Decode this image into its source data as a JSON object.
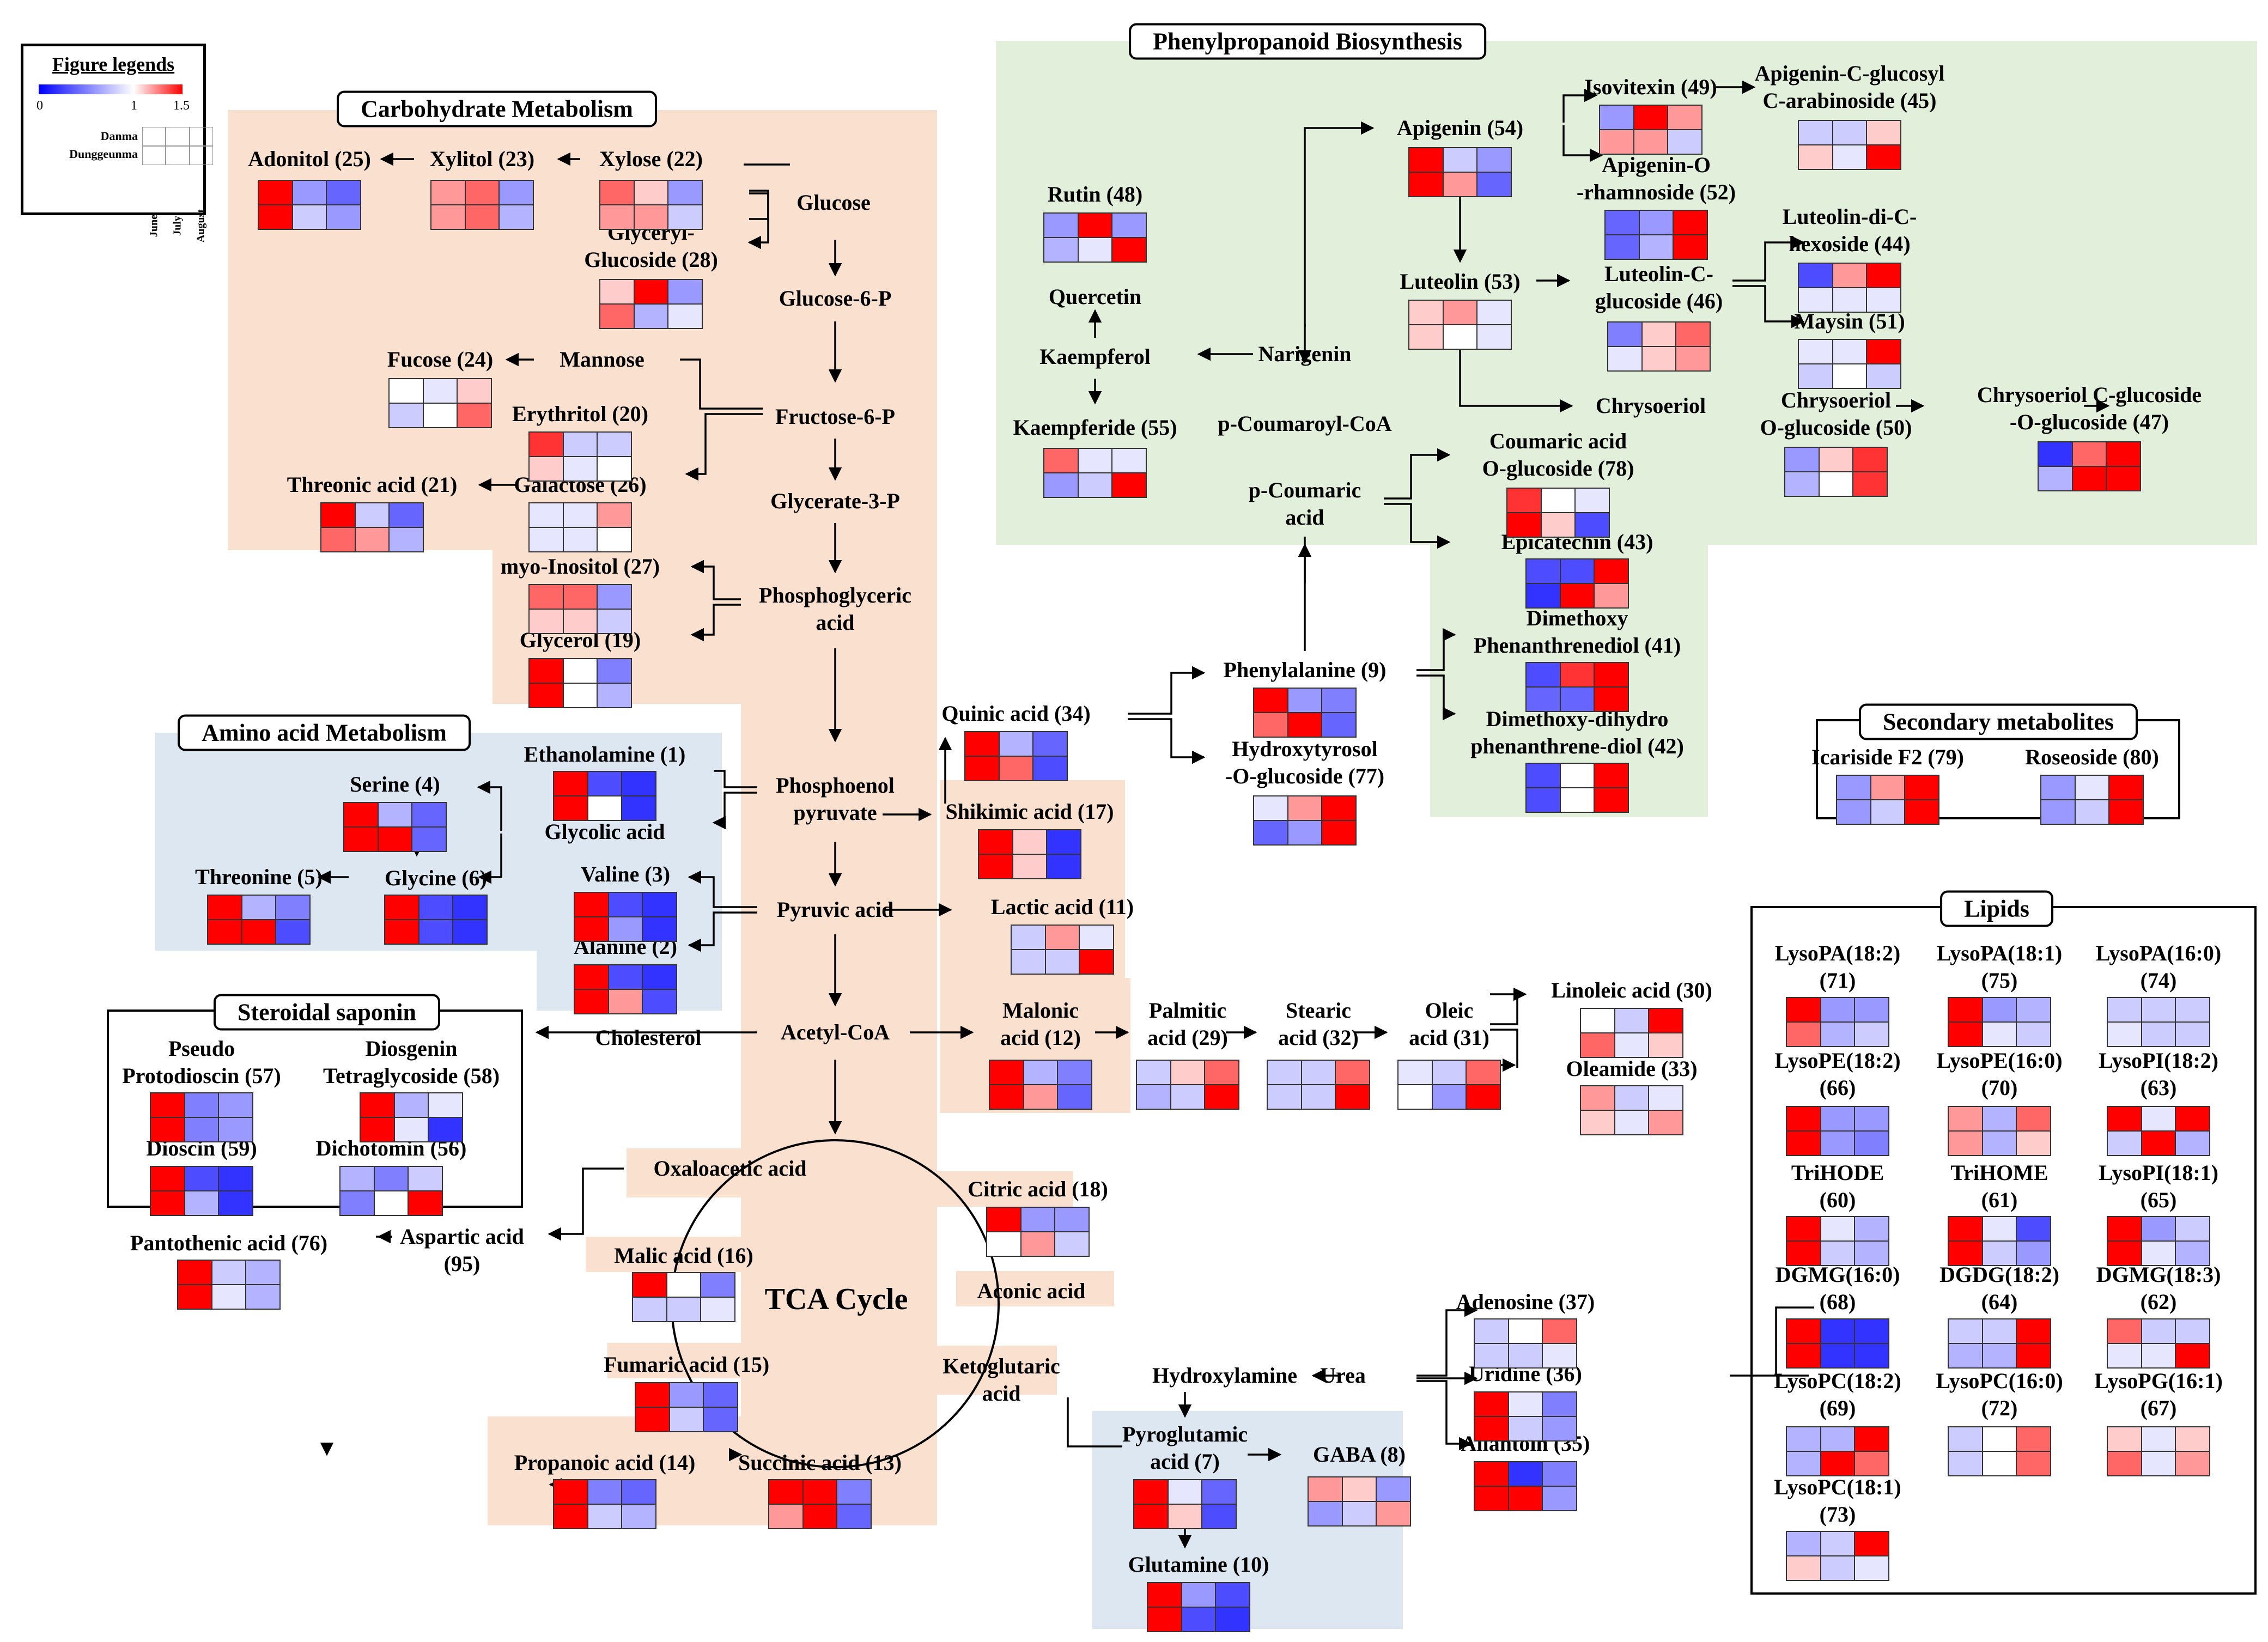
{
  "legend": {
    "title": "Figure legends",
    "scale_min": "0",
    "scale_mid": "1",
    "scale_max": "1.5",
    "rows": [
      "Danma",
      "Dunggeunma"
    ],
    "cols": [
      "June",
      "July",
      "August"
    ],
    "colors": {
      "low": "#0000ff",
      "mid": "#ffffff",
      "high": "#ff0000"
    }
  },
  "section_titles": {
    "carb": "Carbohydrate Metabolism",
    "phenyl": "Phenylpropanoid Biosynthesis",
    "amino": "Amino acid Metabolism",
    "steroid": "Steroidal saponin",
    "secondary": "Secondary metabolites",
    "lipids": "Lipids"
  },
  "tca_label": "TCA Cycle",
  "labels": {
    "adonitol": "Adonitol (25)",
    "xylitol": "Xylitol (23)",
    "xylose": "Xylose (22)",
    "glucose": "Glucose",
    "glyceryl": "Glyceryl-\nGlucoside (28)",
    "g6p": "Glucose-6-P",
    "fucose": "Fucose (24)",
    "mannose": "Mannose",
    "f6p": "Fructose-6-P",
    "erythritol": "Erythritol (20)",
    "threonic": "Threonic acid (21)",
    "galactose": "Galactose (26)",
    "g3p": "Glycerate-3-P",
    "myoinositol": "myo-Inositol (27)",
    "phosphoglyceric": "Phosphoglyceric\nacid",
    "glycerol": "Glycerol (19)",
    "ethanolamine": "Ethanolamine (1)",
    "serine": "Serine (4)",
    "pep": "Phosphoenol\npyruvate",
    "glycolic": "Glycolic acid",
    "threonine": "Threonine (5)",
    "glycine": "Glycine (6)",
    "valine": "Valine (3)",
    "pyruvic": "Pyruvic acid",
    "alanine": "Alanine (2)",
    "shikimic": "Shikimic acid (17)",
    "quinic": "Quinic acid (34)",
    "lactic": "Lactic acid (11)",
    "pseudo": "Pseudo\nProtodioscin (57)",
    "diosgenin": "Diosgenin\nTetraglycoside (58)",
    "dioscin": "Dioscin (59)",
    "dichotomin": "Dichotomin (56)",
    "cholesterol": "Cholesterol",
    "acetylcoa": "Acetyl-CoA",
    "malonic": "Malonic\nacid (12)",
    "palmitic": "Palmitic\nacid (29)",
    "stearic": "Stearic\nacid (32)",
    "oleic": "Oleic\nacid (31)",
    "linoleic": "Linoleic acid (30)",
    "oleamide": "Oleamide (33)",
    "oxaloacetic": "Oxaloacetic acid",
    "citric": "Citric acid (18)",
    "aspartic": "Aspartic acid\n(95)",
    "pantothenic": "Pantothenic acid (76)",
    "malic": "Malic acid (16)",
    "aconic": "Aconic acid",
    "fumaric": "Fumaric acid (15)",
    "ketoglutaric": "Ketoglutaric\nacid",
    "propanoic": "Propanoic acid (14)",
    "succinic": "Succinic acid (13)",
    "hydroxylamine": "Hydroxylamine",
    "urea": "Urea",
    "adenosine": "Adenosine (37)",
    "uridine": "Uridine (36)",
    "allantoin": "Allantoin (35)",
    "pyroglutamic": "Pyroglutamic\nacid (7)",
    "gaba": "GABA (8)",
    "glutamine": "Glutamine (10)",
    "rutin": "Rutin (48)",
    "quercetin": "Quercetin",
    "kaempferol": "Kaempferol",
    "kaempferide": "Kaempferide (55)",
    "narigenin": "Narigenin",
    "coumaroylcoa": "p-Coumaroyl-CoA",
    "coumaric": "p-Coumaric\nacid",
    "apigenin": "Apigenin (54)",
    "isovitexin": "Isovitexin (49)",
    "apigeninCglu": "Apigenin-C-glucosyl\nC-arabinoside (45)",
    "apigeninOrh": "Apigenin-O\n-rhamnoside (52)",
    "luteolin": "Luteolin (53)",
    "luteolinC": "Luteolin-C-\nglucoside (46)",
    "luteolindi": "Luteolin-di-C-\nhexoside (44)",
    "maysin": "Maysin (51)",
    "chrysoeriol": "Chrysoeriol",
    "chrysoO": "Chrysoeriol\nO-glucoside (50)",
    "chrysoC": "Chrysoeriol C-glucoside\n-O-glucoside (47)",
    "coumaricO": "Coumaric acid\nO-glucoside (78)",
    "epicatechin": "Epicatechin (43)",
    "phenylalanine": "Phenylalanine (9)",
    "hydroxytyrosol": "Hydroxytyrosol\n-O-glucoside (77)",
    "dimethoxy": "Dimethoxy\nPhenanthrenediol (41)",
    "dimethoxydihydro": "Dimethoxy-dihydro\nphenanthrene-diol (42)",
    "icariside": "Icariside F2 (79)",
    "roseoside": "Roseoside (80)",
    "lysopa182": "LysoPA(18:2)\n(71)",
    "lysopa181": "LysoPA(18:1)\n(75)",
    "lysopa160": "LysoPA(16:0)\n(74)",
    "lysope182": "LysoPE(18:2)\n(66)",
    "lysope160": "LysoPE(16:0)\n(70)",
    "lysopi182": "LysoPI(18:2)\n(63)",
    "trihode": "TriHODE\n(60)",
    "trihome": "TriHOME\n(61)",
    "lysopi181": "LysoPI(18:1)\n(65)",
    "dgmg160": "DGMG(16:0)\n(68)",
    "dgdg182": "DGDG(18:2)\n(64)",
    "dgmg183": "DGMG(18:3)\n(62)",
    "lysopc182": "LysoPC(18:2)\n(69)",
    "lysopc160": "LysoPC(16:0)\n(72)",
    "lysopg161": "LysoPG(16:1)\n(67)",
    "lysopc181": "LysoPC(18:1)\n(73)"
  },
  "heatmaps": {
    "adonitol": [
      [
        1.5,
        0.6,
        0.4
      ],
      [
        1.5,
        0.8,
        0.6
      ]
    ],
    "xylitol": [
      [
        1.2,
        1.3,
        0.6
      ],
      [
        1.2,
        1.3,
        0.7
      ]
    ],
    "xylose": [
      [
        1.3,
        1.1,
        0.6
      ],
      [
        1.2,
        1.2,
        0.8
      ]
    ],
    "glyceryl": [
      [
        1.1,
        1.5,
        0.6
      ],
      [
        1.3,
        0.7,
        0.9
      ]
    ],
    "fucose": [
      [
        1.0,
        0.9,
        1.1
      ],
      [
        0.8,
        1.0,
        1.3
      ]
    ],
    "erythritol": [
      [
        1.4,
        0.8,
        0.8
      ],
      [
        1.1,
        0.9,
        1.0
      ]
    ],
    "threonic": [
      [
        1.5,
        0.8,
        0.4
      ],
      [
        1.3,
        1.2,
        0.7
      ]
    ],
    "galactose": [
      [
        0.9,
        0.9,
        1.2
      ],
      [
        0.9,
        0.9,
        1.0
      ]
    ],
    "myoinositol": [
      [
        1.3,
        1.3,
        0.6
      ],
      [
        1.1,
        1.1,
        0.8
      ]
    ],
    "glycerol": [
      [
        1.5,
        1.0,
        0.5
      ],
      [
        1.5,
        1.0,
        0.7
      ]
    ],
    "ethanolamine": [
      [
        1.5,
        0.3,
        0.2
      ],
      [
        1.5,
        1.0,
        0.2
      ]
    ],
    "serine": [
      [
        1.5,
        0.7,
        0.4
      ],
      [
        1.5,
        1.5,
        0.4
      ]
    ],
    "threonine": [
      [
        1.5,
        0.7,
        0.5
      ],
      [
        1.5,
        1.5,
        0.3
      ]
    ],
    "glycine": [
      [
        1.5,
        0.3,
        0.2
      ],
      [
        1.5,
        0.3,
        0.2
      ]
    ],
    "valine": [
      [
        1.5,
        0.3,
        0.2
      ],
      [
        1.5,
        0.6,
        0.2
      ]
    ],
    "alanine": [
      [
        1.5,
        0.3,
        0.2
      ],
      [
        1.5,
        1.2,
        0.3
      ]
    ],
    "shikimic": [
      [
        1.5,
        1.1,
        0.2
      ],
      [
        1.5,
        1.1,
        0.2
      ]
    ],
    "quinic": [
      [
        1.5,
        0.7,
        0.4
      ],
      [
        1.5,
        1.3,
        0.3
      ]
    ],
    "lactic": [
      [
        0.8,
        1.2,
        0.9
      ],
      [
        0.8,
        0.8,
        1.5
      ]
    ],
    "pseudo": [
      [
        1.5,
        0.5,
        0.6
      ],
      [
        1.5,
        0.5,
        0.6
      ]
    ],
    "diosgenin": [
      [
        1.5,
        0.7,
        0.9
      ],
      [
        1.5,
        0.9,
        0.2
      ]
    ],
    "dioscin": [
      [
        1.5,
        0.3,
        0.2
      ],
      [
        1.5,
        0.7,
        0.2
      ]
    ],
    "dichotomin": [
      [
        0.7,
        0.5,
        0.8
      ],
      [
        0.5,
        1.0,
        1.5
      ]
    ],
    "malonic": [
      [
        1.5,
        0.7,
        0.5
      ],
      [
        1.5,
        1.2,
        0.4
      ]
    ],
    "palmitic": [
      [
        0.8,
        1.1,
        1.3
      ],
      [
        0.7,
        0.8,
        1.5
      ]
    ],
    "stearic": [
      [
        0.8,
        0.8,
        1.3
      ],
      [
        0.8,
        0.8,
        1.5
      ]
    ],
    "oleic": [
      [
        0.9,
        0.8,
        1.3
      ],
      [
        1.0,
        0.6,
        1.5
      ]
    ],
    "linoleic": [
      [
        1.0,
        0.8,
        1.5
      ],
      [
        1.3,
        0.9,
        1.1
      ]
    ],
    "oleamide": [
      [
        1.2,
        0.8,
        0.9
      ],
      [
        1.1,
        0.9,
        1.2
      ]
    ],
    "citric": [
      [
        1.5,
        0.6,
        0.6
      ],
      [
        1.0,
        1.2,
        0.8
      ]
    ],
    "pantothenic": [
      [
        1.5,
        0.8,
        0.7
      ],
      [
        1.5,
        0.9,
        0.7
      ]
    ],
    "malic": [
      [
        1.5,
        1.0,
        0.5
      ],
      [
        0.8,
        0.8,
        0.9
      ]
    ],
    "fumaric": [
      [
        1.5,
        0.6,
        0.4
      ],
      [
        1.5,
        0.8,
        0.4
      ]
    ],
    "succinic": [
      [
        1.5,
        1.5,
        0.5
      ],
      [
        1.2,
        1.5,
        0.4
      ]
    ],
    "propanoic": [
      [
        1.5,
        0.5,
        0.4
      ],
      [
        1.5,
        0.8,
        0.7
      ]
    ],
    "adenosine": [
      [
        0.8,
        1.0,
        1.3
      ],
      [
        0.8,
        0.8,
        0.9
      ]
    ],
    "uridine": [
      [
        1.5,
        0.9,
        0.5
      ],
      [
        1.5,
        0.8,
        0.6
      ]
    ],
    "allantoin": [
      [
        1.5,
        0.2,
        0.5
      ],
      [
        1.5,
        1.5,
        0.6
      ]
    ],
    "pyroglutamic": [
      [
        1.5,
        0.9,
        0.4
      ],
      [
        1.5,
        1.1,
        0.3
      ]
    ],
    "gaba": [
      [
        1.2,
        1.1,
        0.6
      ],
      [
        0.6,
        0.8,
        1.2
      ]
    ],
    "glutamine": [
      [
        1.5,
        0.6,
        0.3
      ],
      [
        1.5,
        0.3,
        0.2
      ]
    ],
    "rutin": [
      [
        0.6,
        1.5,
        0.6
      ],
      [
        0.7,
        0.9,
        1.5
      ]
    ],
    "kaempferide": [
      [
        1.3,
        0.9,
        0.9
      ],
      [
        0.6,
        0.8,
        1.5
      ]
    ],
    "apigenin": [
      [
        1.5,
        0.8,
        0.6
      ],
      [
        1.5,
        1.2,
        0.4
      ]
    ],
    "isovitexin": [
      [
        0.6,
        1.5,
        1.2
      ],
      [
        1.2,
        1.2,
        0.8
      ]
    ],
    "apigeninCglu": [
      [
        0.8,
        0.8,
        1.1
      ],
      [
        1.1,
        0.9,
        1.5
      ]
    ],
    "apigeninOrh": [
      [
        0.4,
        0.6,
        1.5
      ],
      [
        0.4,
        0.7,
        1.5
      ]
    ],
    "luteolin": [
      [
        1.1,
        1.2,
        0.9
      ],
      [
        1.1,
        1.0,
        0.9
      ]
    ],
    "luteolinC": [
      [
        0.5,
        1.1,
        1.3
      ],
      [
        0.9,
        1.1,
        1.2
      ]
    ],
    "luteolindi": [
      [
        0.3,
        1.2,
        1.5
      ],
      [
        0.9,
        0.9,
        0.9
      ]
    ],
    "maysin": [
      [
        0.9,
        0.9,
        1.5
      ],
      [
        0.8,
        1.0,
        0.8
      ]
    ],
    "chrysoO": [
      [
        0.6,
        1.1,
        1.4
      ],
      [
        0.7,
        1.0,
        1.4
      ]
    ],
    "chrysoC": [
      [
        0.2,
        1.3,
        1.5
      ],
      [
        0.7,
        1.5,
        1.5
      ]
    ],
    "coumaricO": [
      [
        1.4,
        1.0,
        0.9
      ],
      [
        1.5,
        1.1,
        0.3
      ]
    ],
    "epicatechin": [
      [
        0.3,
        0.3,
        1.5
      ],
      [
        0.2,
        1.5,
        1.2
      ]
    ],
    "phenylalanine": [
      [
        1.5,
        0.6,
        0.5
      ],
      [
        1.3,
        1.5,
        0.4
      ]
    ],
    "hydroxytyrosol": [
      [
        0.9,
        1.2,
        1.5
      ],
      [
        0.4,
        0.6,
        1.5
      ]
    ],
    "dimethoxy": [
      [
        0.3,
        1.4,
        1.5
      ],
      [
        0.4,
        0.4,
        1.5
      ]
    ],
    "dimethoxydihydro": [
      [
        0.3,
        1.0,
        1.5
      ],
      [
        0.3,
        1.0,
        1.5
      ]
    ],
    "icariside": [
      [
        0.6,
        1.2,
        1.5
      ],
      [
        0.6,
        0.8,
        1.5
      ]
    ],
    "roseoside": [
      [
        0.6,
        0.9,
        1.5
      ],
      [
        0.6,
        0.8,
        1.5
      ]
    ],
    "lysopa182": [
      [
        1.5,
        0.6,
        0.6
      ],
      [
        1.3,
        0.7,
        0.8
      ]
    ],
    "lysopa181": [
      [
        1.5,
        0.6,
        0.7
      ],
      [
        1.5,
        0.9,
        0.8
      ]
    ],
    "lysopa160": [
      [
        0.8,
        0.8,
        0.8
      ],
      [
        0.9,
        0.8,
        0.8
      ]
    ],
    "lysope182": [
      [
        1.5,
        0.6,
        0.6
      ],
      [
        1.5,
        0.6,
        0.5
      ]
    ],
    "lysope160": [
      [
        1.2,
        0.7,
        1.3
      ],
      [
        1.2,
        0.7,
        1.1
      ]
    ],
    "lysopi182": [
      [
        1.5,
        0.9,
        1.5
      ],
      [
        0.8,
        1.5,
        0.7
      ]
    ],
    "trihode": [
      [
        1.5,
        0.9,
        0.7
      ],
      [
        1.5,
        0.8,
        0.7
      ]
    ],
    "trihome": [
      [
        1.5,
        0.9,
        0.3
      ],
      [
        1.5,
        0.8,
        0.6
      ]
    ],
    "lysopi181": [
      [
        1.5,
        0.6,
        0.8
      ],
      [
        1.5,
        0.9,
        0.7
      ]
    ],
    "dgmg160": [
      [
        1.5,
        0.2,
        0.2
      ],
      [
        1.5,
        0.2,
        0.2
      ]
    ],
    "dgdg182": [
      [
        0.8,
        0.8,
        1.5
      ],
      [
        0.7,
        0.7,
        1.5
      ]
    ],
    "dgmg183": [
      [
        1.3,
        0.8,
        0.8
      ],
      [
        0.9,
        0.9,
        1.5
      ]
    ],
    "lysopc182": [
      [
        0.7,
        0.7,
        1.5
      ],
      [
        0.7,
        1.5,
        1.3
      ]
    ],
    "lysopc160": [
      [
        0.8,
        1.0,
        1.3
      ],
      [
        0.8,
        1.0,
        1.3
      ]
    ],
    "lysopg161": [
      [
        1.1,
        0.9,
        1.1
      ],
      [
        1.3,
        0.9,
        1.2
      ]
    ],
    "lysopc181": [
      [
        0.7,
        0.8,
        1.5
      ],
      [
        1.1,
        0.8,
        0.9
      ]
    ]
  }
}
